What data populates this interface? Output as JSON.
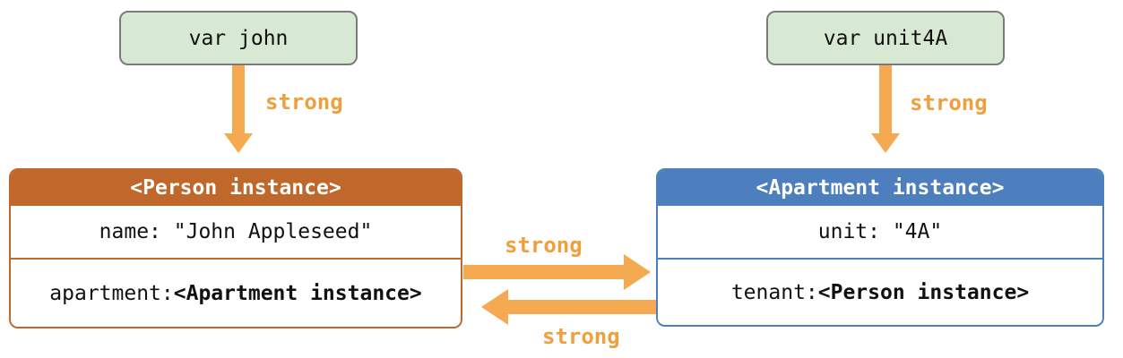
{
  "colors": {
    "background": "#ffffff",
    "var_box_fill": "#d7e8d3",
    "var_box_border": "#7b7b7b",
    "person_accent": "#c0672c",
    "apartment_accent": "#4d7ebd",
    "arrow_orange": "#f5a950",
    "strong_label_orange": "#f09f3d",
    "text_dark": "#111111",
    "header_text": "#ffffff"
  },
  "var_boxes": {
    "john": {
      "label": "var john"
    },
    "unit4a": {
      "label": "var unit4A"
    }
  },
  "person_box": {
    "title": "<Person instance>",
    "rows": [
      {
        "prefix": "name: \"John Appleseed\"",
        "emphasis": ""
      },
      {
        "prefix": "apartment: ",
        "emphasis": "<Apartment instance>"
      }
    ]
  },
  "apartment_box": {
    "title": "<Apartment instance>",
    "rows": [
      {
        "prefix": "unit: \"4A\"",
        "emphasis": ""
      },
      {
        "prefix": "tenant: ",
        "emphasis": "<Person instance>"
      }
    ]
  },
  "arrows": {
    "john_to_person": {
      "label": "strong",
      "direction": "down"
    },
    "unit4a_to_apartment": {
      "label": "strong",
      "direction": "down"
    },
    "person_to_apartment": {
      "label": "strong",
      "direction": "right"
    },
    "apartment_to_person": {
      "label": "strong",
      "direction": "left"
    }
  }
}
